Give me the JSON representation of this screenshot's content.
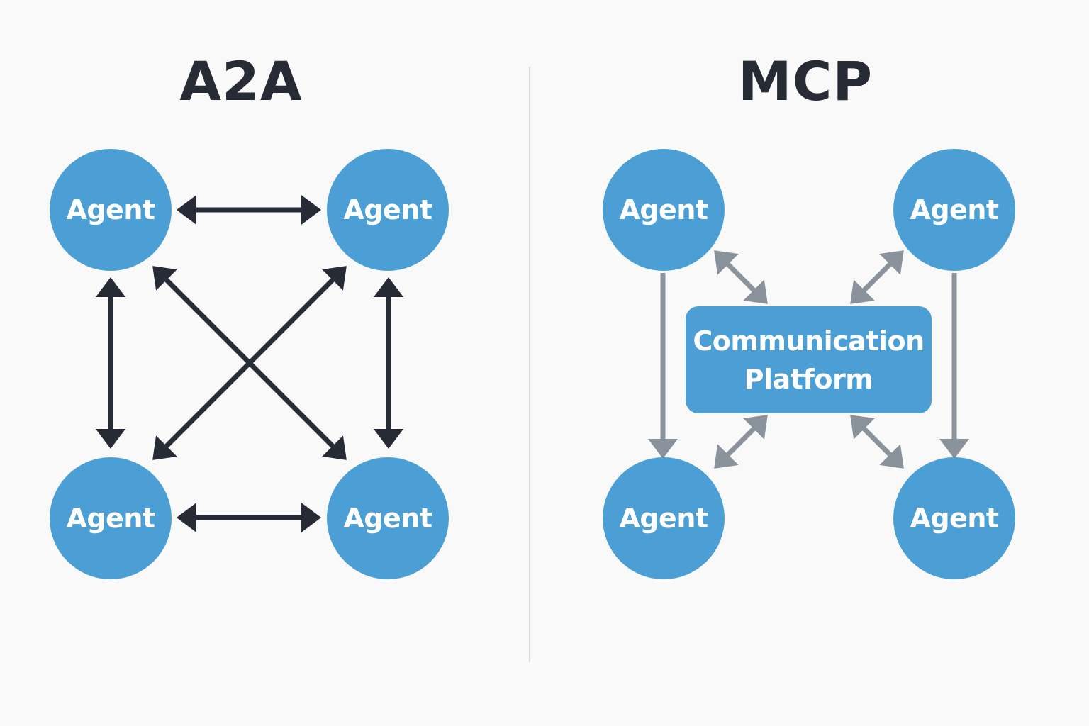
{
  "a2a": {
    "title": "A2A",
    "agents": [
      "Agent",
      "Agent",
      "Agent",
      "Agent"
    ]
  },
  "mcp": {
    "title": "MCP",
    "agents": [
      "Agent",
      "Agent",
      "Agent",
      "Agent"
    ],
    "platform": {
      "line1": "Communication",
      "line2": "Platform"
    }
  },
  "colors": {
    "background": "#f9f9f9",
    "node_fill": "#4b9fd5",
    "node_text": "#ffffff",
    "title_text": "#272b35",
    "a2a_arrow": "#272b35",
    "mcp_arrow": "#8a939c",
    "divider": "#dcdcdc"
  }
}
